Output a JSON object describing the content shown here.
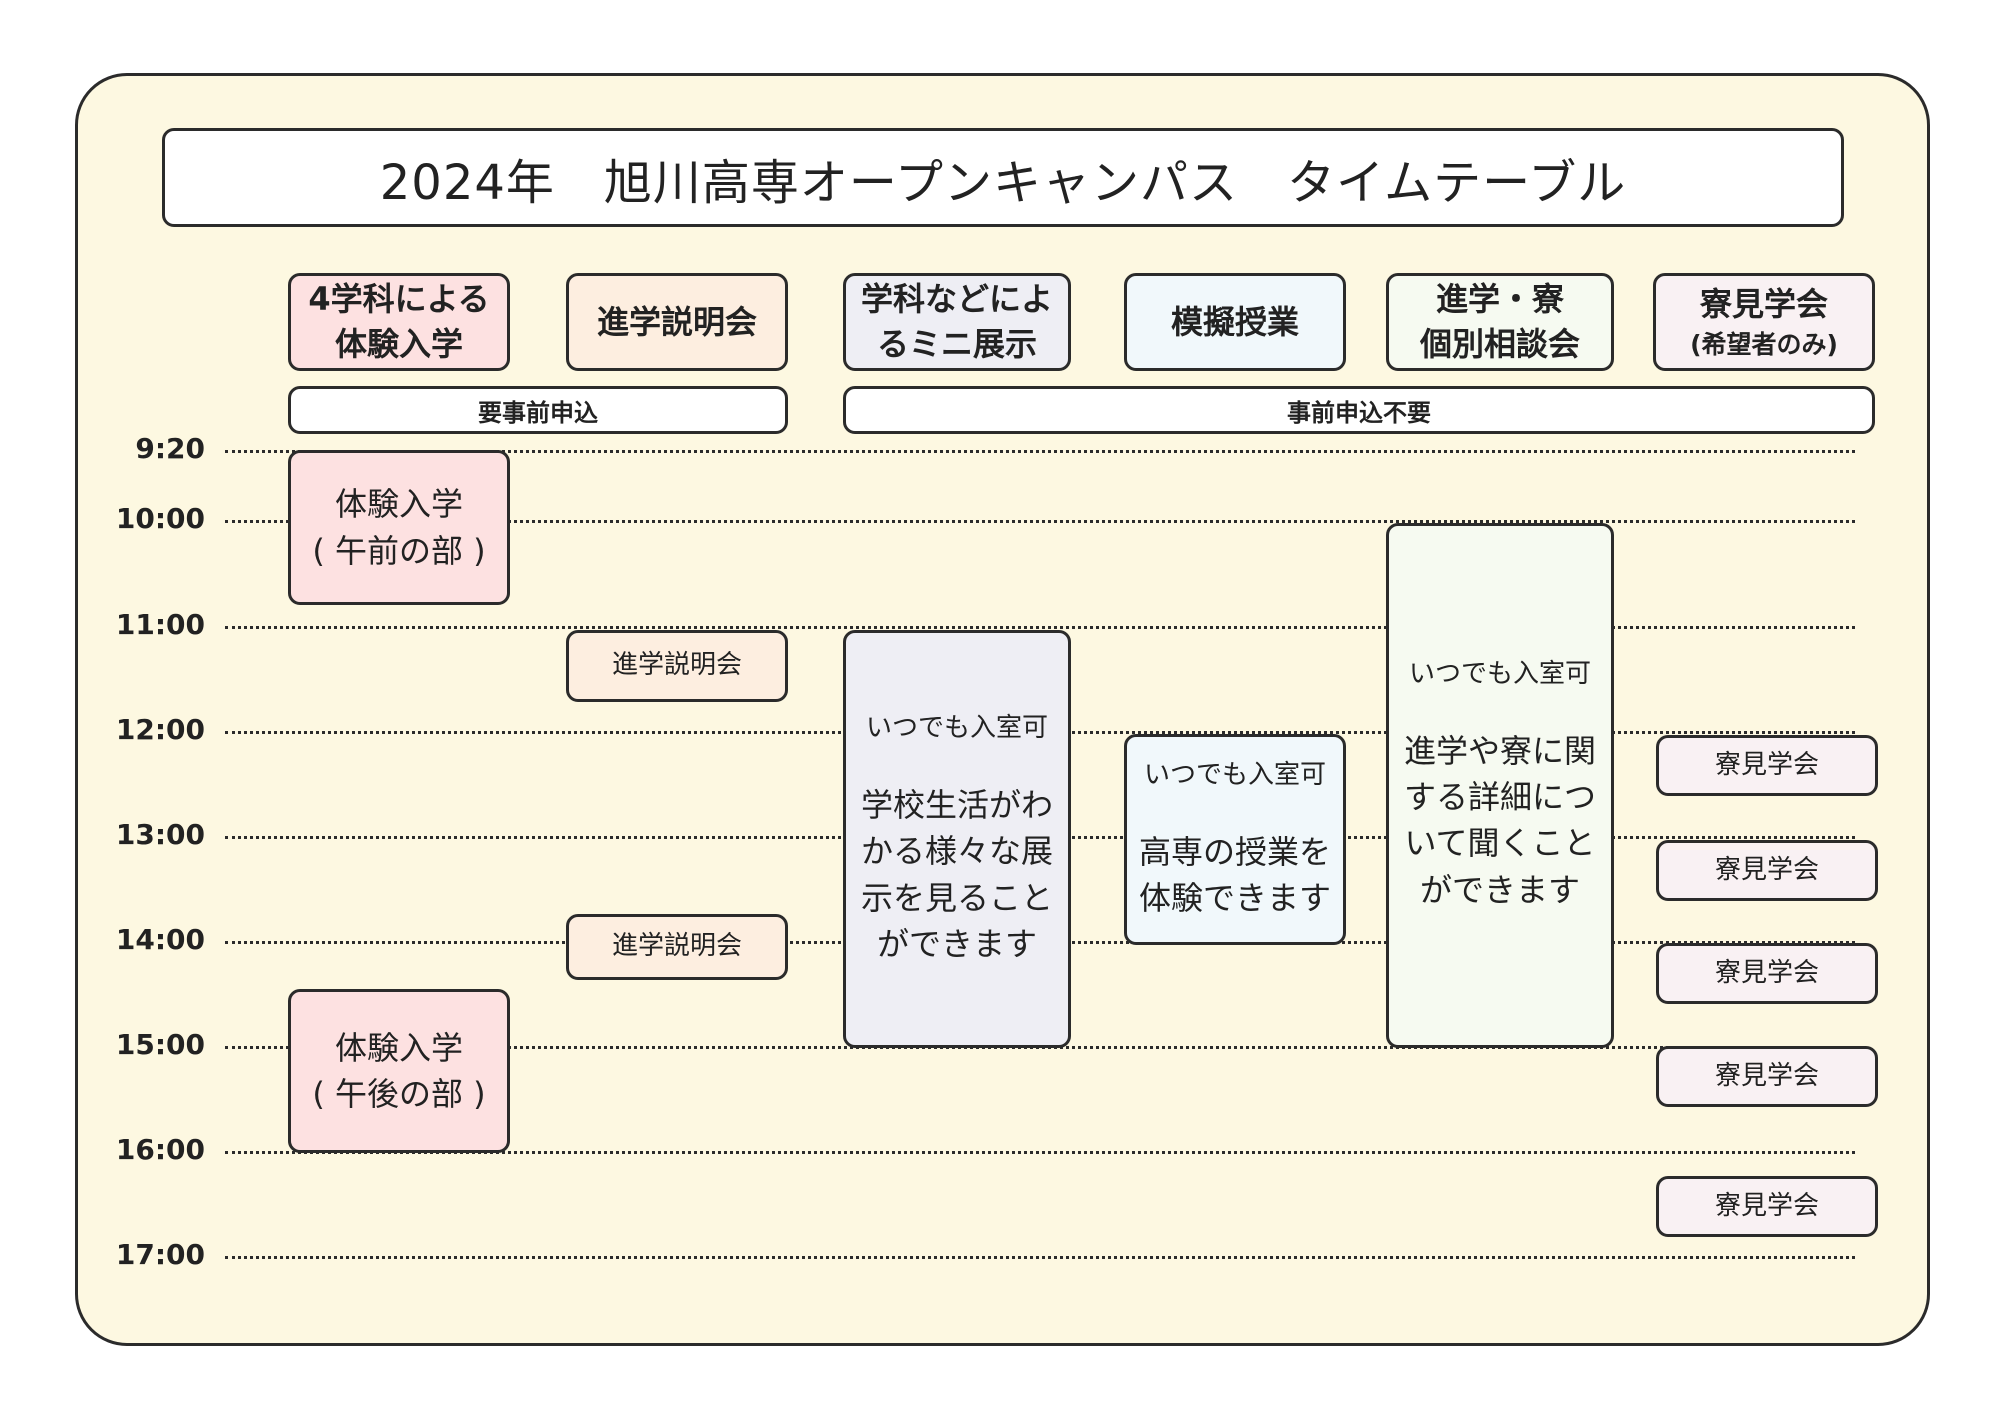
{
  "title": "2024年　旭川高専オープンキャンパス　タイムテーブル",
  "headers": [
    {
      "line1": "4学科による",
      "line2": "体験入学"
    },
    {
      "line1": "進学説明会"
    },
    {
      "line1": "学科などによ",
      "line2": "るミニ展示"
    },
    {
      "line1": "模擬授業"
    },
    {
      "line1": "進学・寮",
      "line2": "個別相談会"
    },
    {
      "line1": "寮見学会",
      "sub": "(希望者のみ)"
    }
  ],
  "registration": {
    "required": "要事前申込",
    "not_required": "事前申込不要"
  },
  "times": [
    "9:20",
    "10:00",
    "11:00",
    "12:00",
    "13:00",
    "14:00",
    "15:00",
    "16:00",
    "17:00"
  ],
  "events": {
    "taiken_am": {
      "line1": "体験入学",
      "line2": "( 午前の部 )"
    },
    "taiken_pm": {
      "line1": "体験入学",
      "line2": "( 午後の部 )"
    },
    "setsumei_1": "進学説明会",
    "setsumei_2": "進学説明会",
    "exhibit": {
      "line1": "いつでも入室可",
      "desc1": "学校生活がわ",
      "desc2": "かる様々な展",
      "desc3": "示を見ること",
      "desc4": "ができます"
    },
    "mogi": {
      "line1": "いつでも入室可",
      "desc1": "高専の授業を",
      "desc2": "体験できます"
    },
    "soudan": {
      "line1": "いつでも入室可",
      "desc1": "進学や寮に関",
      "desc2": "する詳細につ",
      "desc3": "いて聞くこと",
      "desc4": "ができます"
    },
    "dorm": [
      "寮見学会",
      "寮見学会",
      "寮見学会",
      "寮見学会",
      "寮見学会"
    ]
  },
  "colors": {
    "background": "#fdf8e1",
    "taiken": "#fde1e1",
    "setsumei": "#fdeee0",
    "exhibit": "#eeeef4",
    "mogi": "#f1f8fb",
    "soudan": "#f6faf1",
    "dorm": "#f9f1f3"
  }
}
